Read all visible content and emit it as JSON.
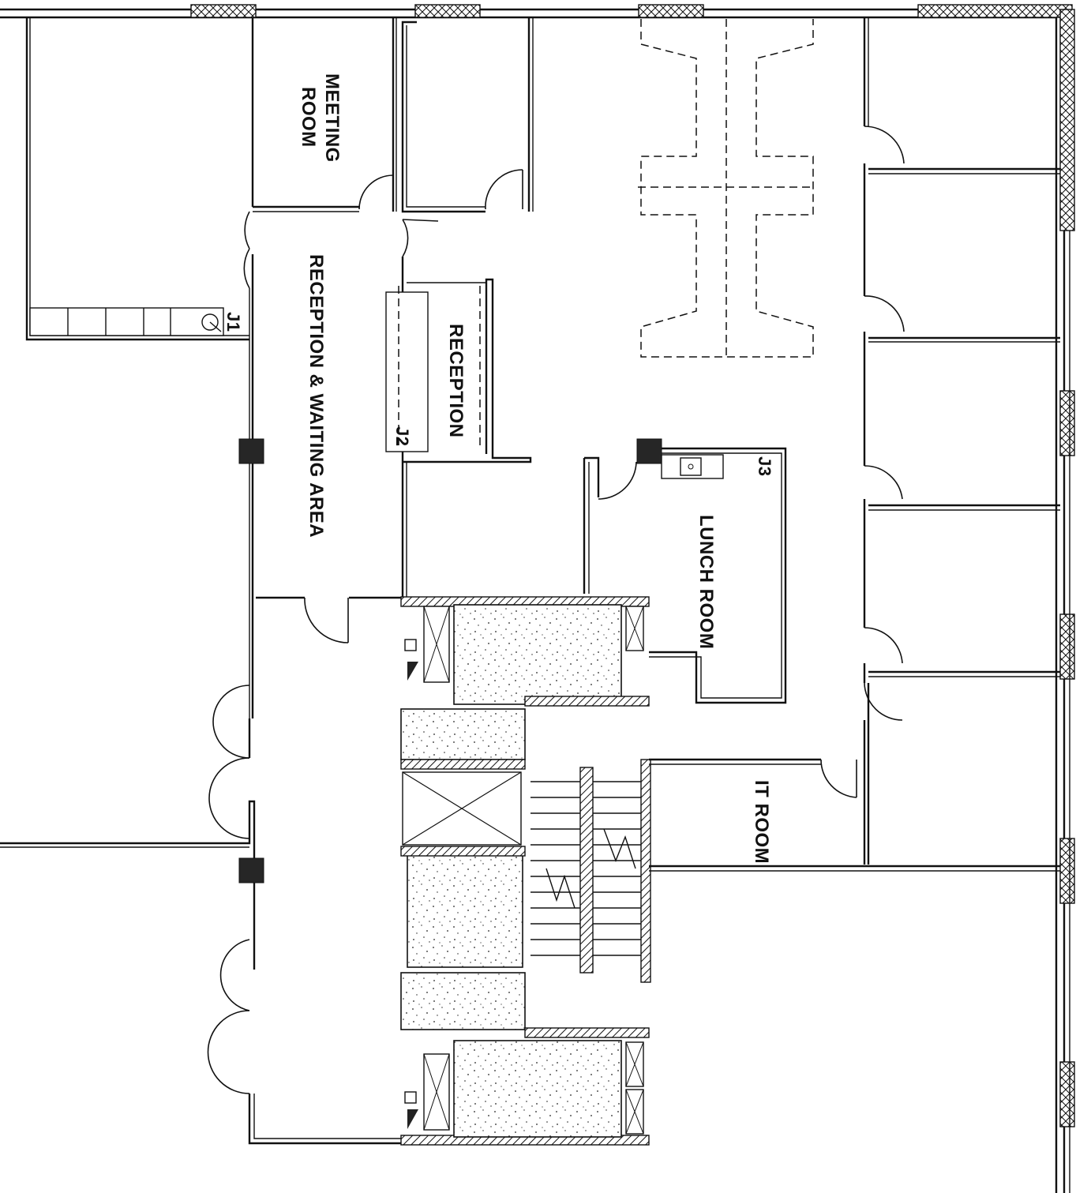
{
  "plan": {
    "rooms": [
      {
        "id": "meeting-room",
        "lines": [
          "MEETING",
          "ROOM"
        ]
      },
      {
        "id": "reception-waiting",
        "lines": [
          "RECEPTION & WAITING AREA"
        ]
      },
      {
        "id": "reception",
        "lines": [
          "RECEPTION"
        ]
      },
      {
        "id": "lunch-room",
        "lines": [
          "LUNCH ROOM"
        ]
      },
      {
        "id": "it-room",
        "lines": [
          "IT ROOM"
        ]
      }
    ],
    "tags": {
      "j1": "J1",
      "j2": "J2",
      "j3": "J3"
    },
    "colors": {
      "line": "#111111",
      "column": "#262626",
      "background": "#ffffff"
    }
  }
}
